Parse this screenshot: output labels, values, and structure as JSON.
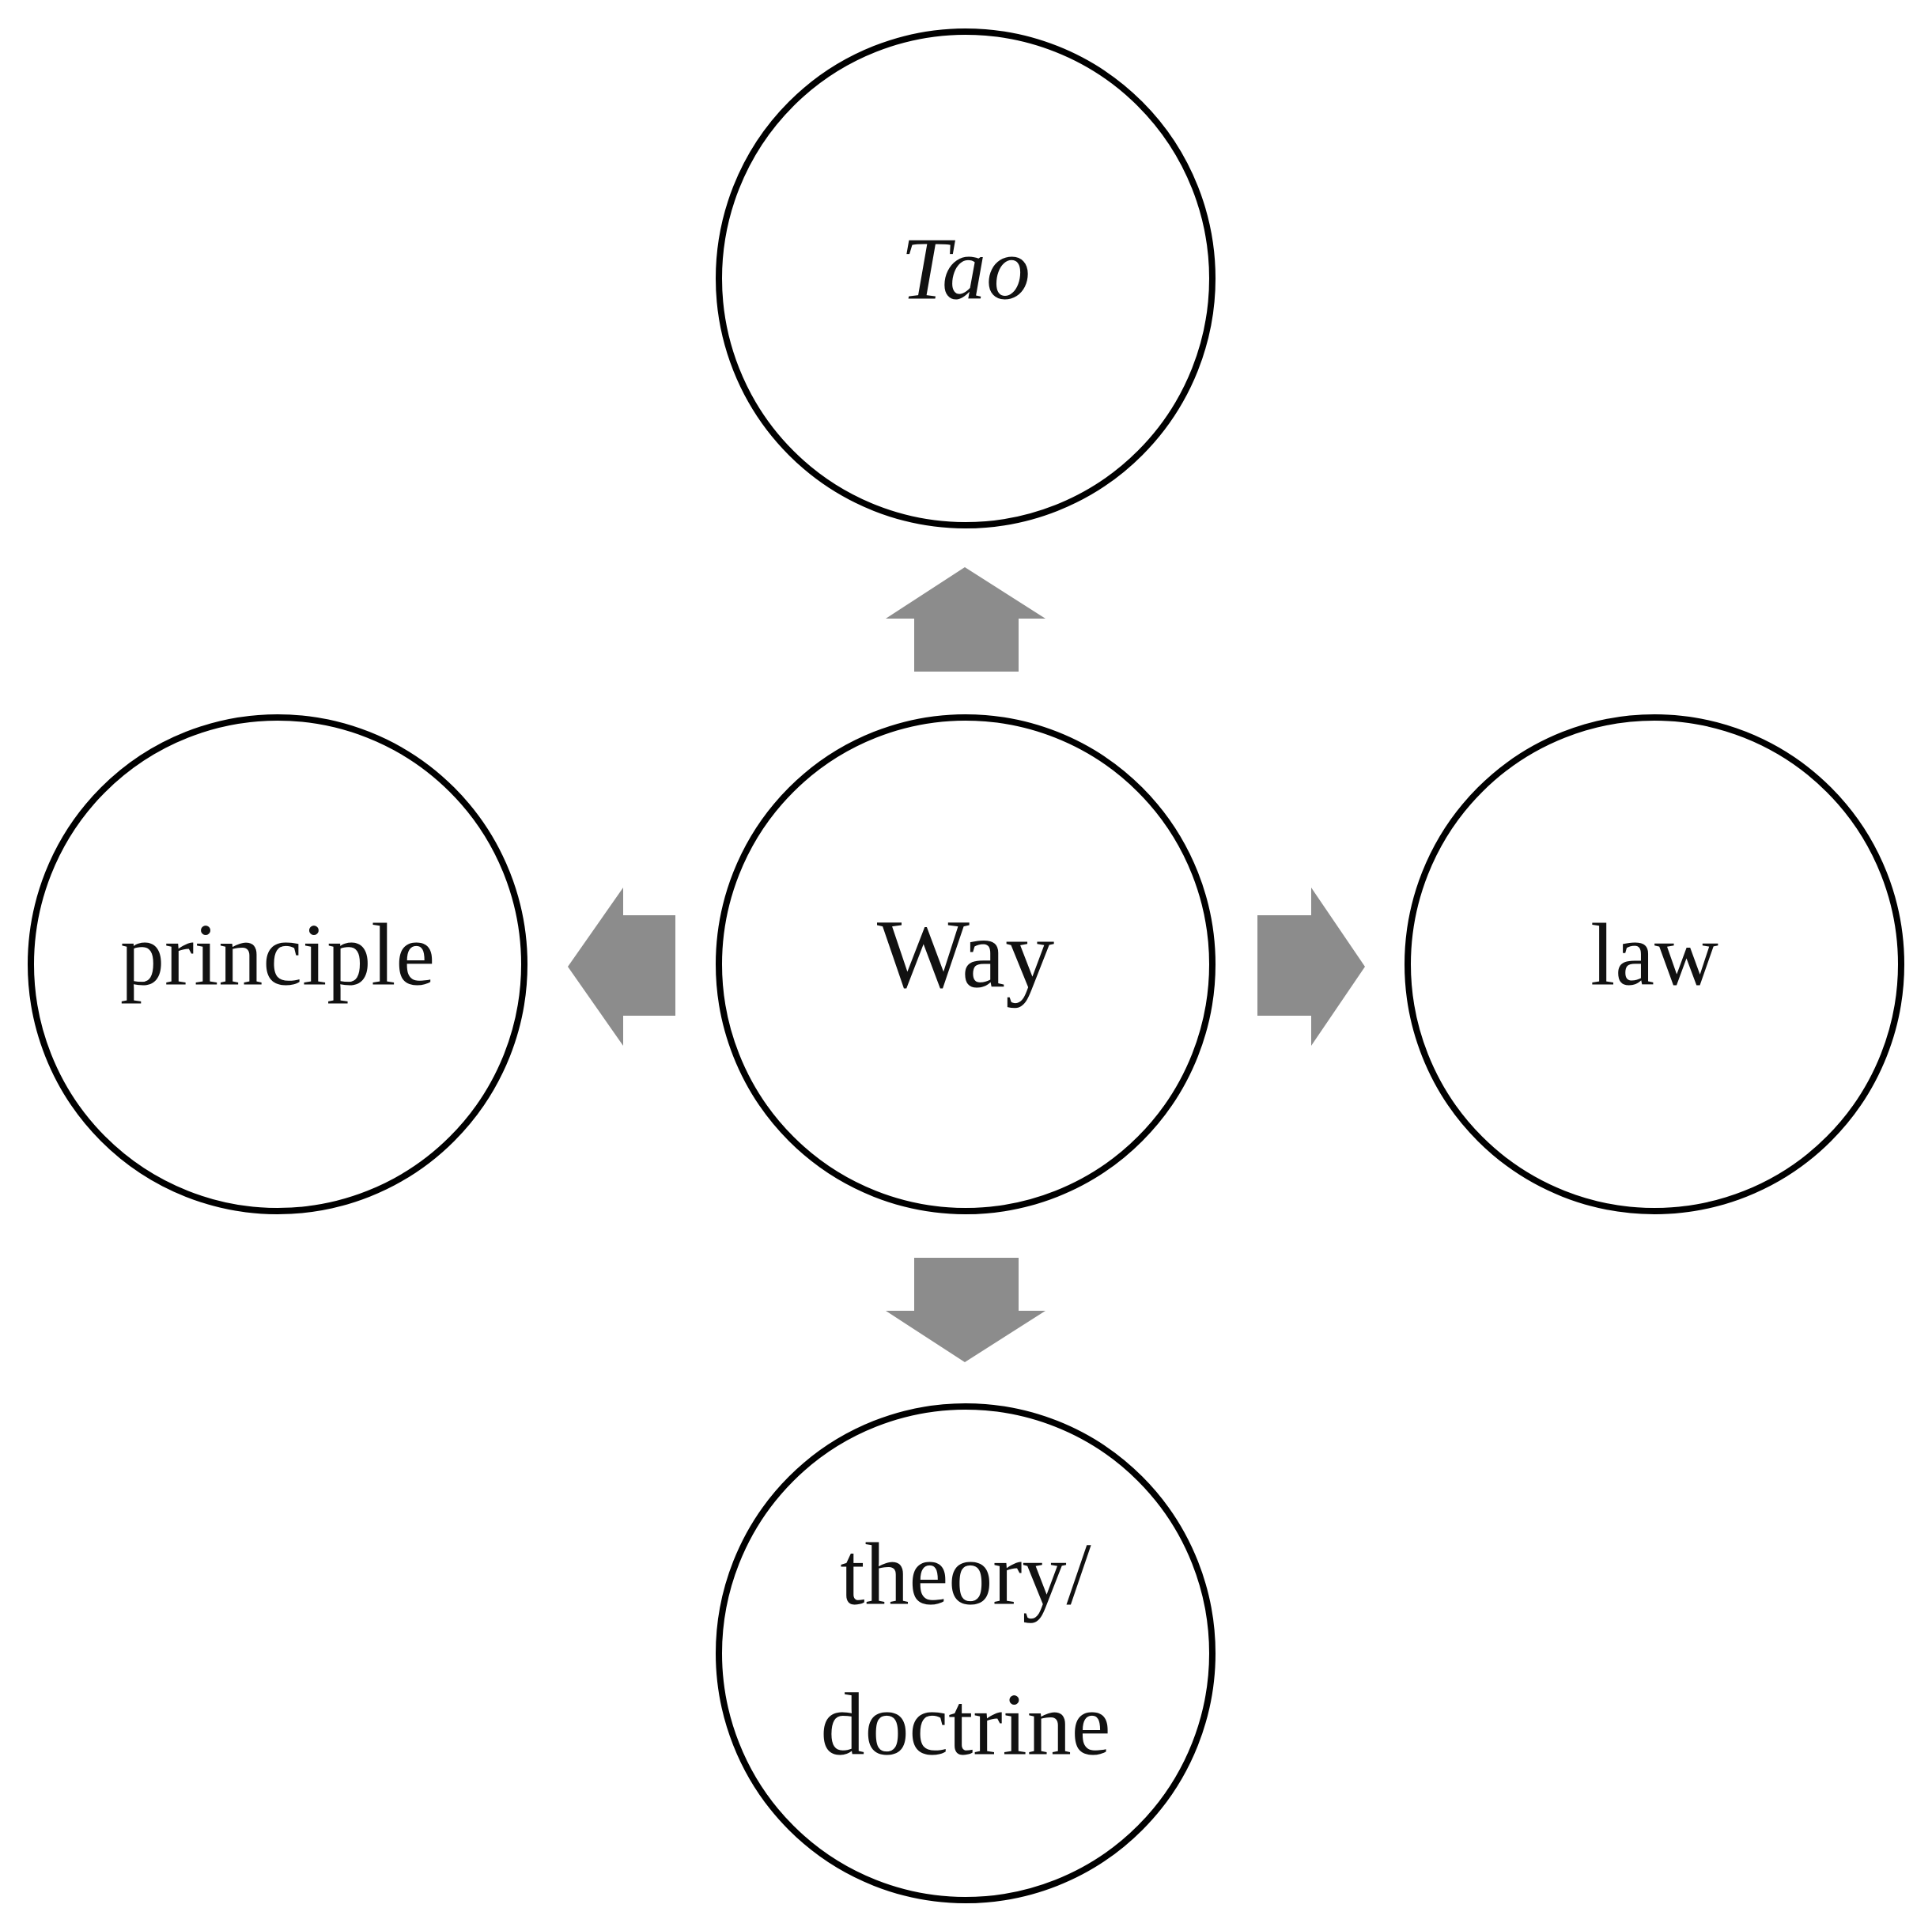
{
  "nodes": {
    "center": {
      "label": "Way"
    },
    "top": {
      "label": "Tao"
    },
    "left": {
      "label": "principle"
    },
    "right": {
      "label": "law"
    },
    "bottom": {
      "label_line1": "theory/",
      "label_line2": "doctrine"
    }
  },
  "arrows": {
    "color": "#8c8c8c",
    "directions": [
      "up",
      "left",
      "right",
      "down"
    ]
  },
  "colors": {
    "circle_stroke": "#000000",
    "circle_fill": "#ffffff",
    "text": "#111111"
  }
}
